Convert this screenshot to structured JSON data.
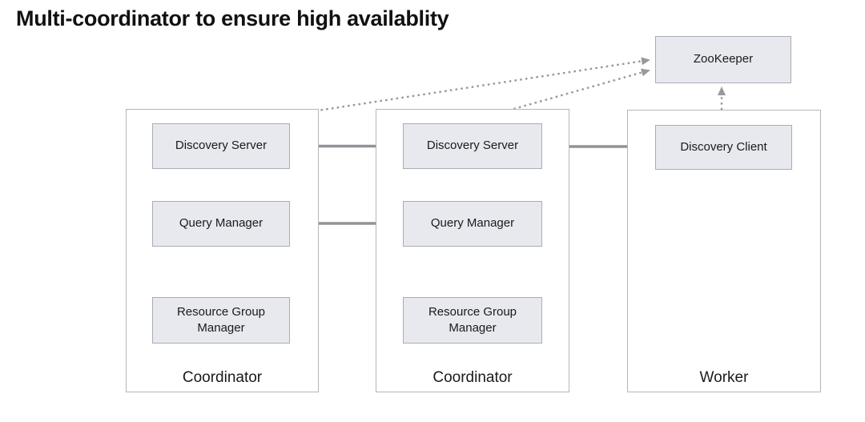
{
  "title": "Multi-coordinator to ensure high availablity",
  "colors": {
    "box-fill": "#e7e9ee",
    "box-border": "#a9adb4",
    "container-border": "#b3b6ba",
    "arrow": "#909398",
    "dotted": "#97999e",
    "title-color": "#111111",
    "text": "#1a1a1c",
    "bg": "#ffffff"
  },
  "zookeeper": {
    "label": "ZooKeeper"
  },
  "containers": [
    {
      "label": "Coordinator",
      "boxes": [
        {
          "label": "Discovery Server"
        },
        {
          "label": "Query Manager"
        },
        {
          "label": "Resource Group Manager"
        }
      ]
    },
    {
      "label": "Coordinator",
      "boxes": [
        {
          "label": "Discovery Server"
        },
        {
          "label": "Query Manager"
        },
        {
          "label": "Resource Group Manager"
        }
      ]
    },
    {
      "label": "Worker",
      "boxes": [
        {
          "label": "Discovery Client"
        }
      ]
    }
  ],
  "edges": [
    {
      "from": "coordinator-1.discovery-server",
      "to": "coordinator-2.discovery-server",
      "style": "solid",
      "direction": "both"
    },
    {
      "from": "worker.discovery-client",
      "to": "coordinator-2.discovery-server",
      "style": "solid",
      "direction": "one-way"
    },
    {
      "from": "coordinator-1.query-manager",
      "to": "coordinator-2.query-manager",
      "style": "solid",
      "direction": "both"
    },
    {
      "from": "coordinator-1.resource-group-manager",
      "to": "coordinator-1.query-manager",
      "style": "solid",
      "direction": "one-way"
    },
    {
      "from": "coordinator-2.resource-group-manager",
      "to": "coordinator-2.query-manager",
      "style": "solid",
      "direction": "one-way"
    },
    {
      "from": "coordinator-1.discovery-server",
      "to": "zookeeper",
      "style": "dotted",
      "direction": "one-way"
    },
    {
      "from": "coordinator-2.discovery-server",
      "to": "zookeeper",
      "style": "dotted",
      "direction": "one-way"
    },
    {
      "from": "worker.discovery-client",
      "to": "zookeeper",
      "style": "dotted",
      "direction": "one-way"
    }
  ]
}
